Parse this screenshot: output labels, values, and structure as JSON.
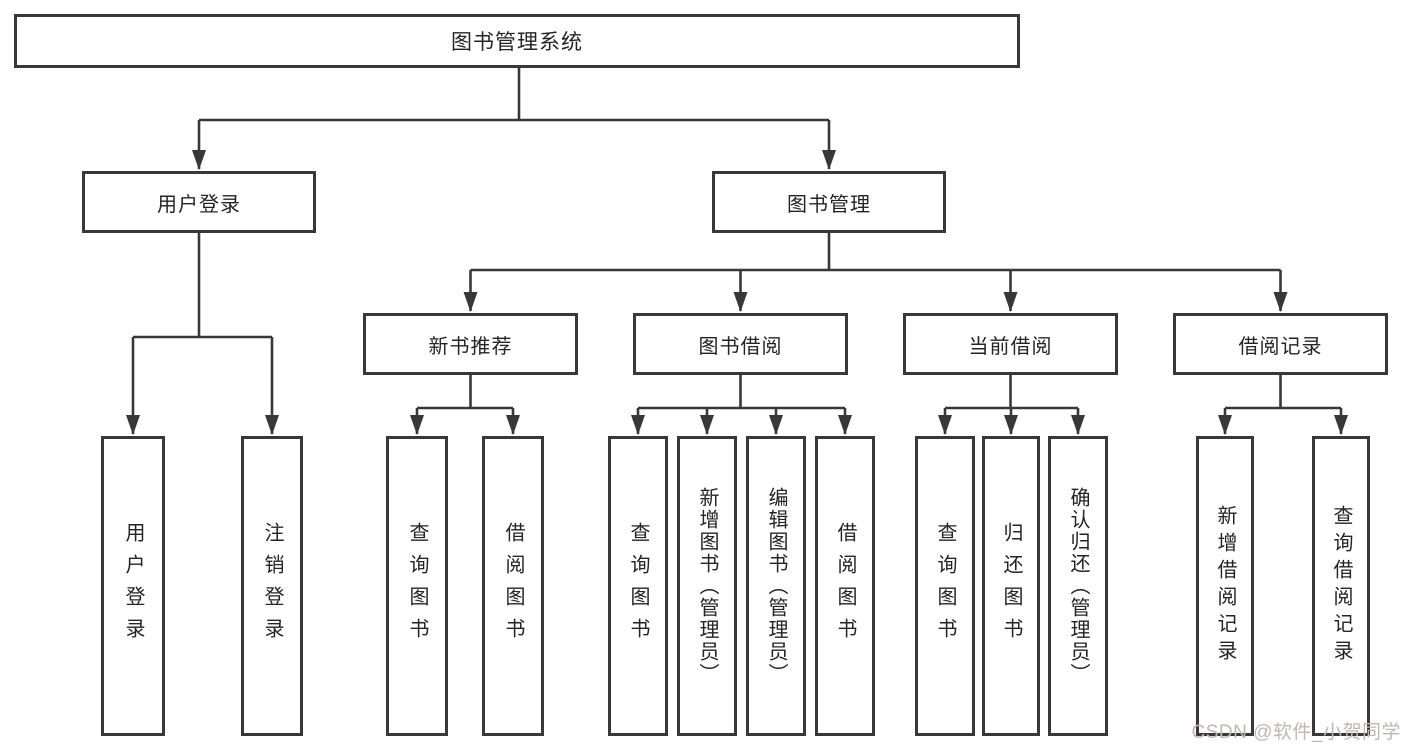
{
  "meta": {
    "diagram_type": "tree",
    "line_color": "#383838",
    "box_background": "#ffffff",
    "text_color": "#242424",
    "watermark_color": "#c1b6b6"
  },
  "watermark": {
    "text": "CSDN @软件_小贺同学"
  },
  "tree": {
    "root": {
      "label": "图书管理系统"
    },
    "branches": [
      {
        "label": "用户登录",
        "children": [
          {
            "label": "用户登录"
          },
          {
            "label": "注销登录"
          }
        ]
      },
      {
        "label": "图书管理",
        "children": [
          {
            "label": "新书推荐",
            "children": [
              {
                "label": "查询图书"
              },
              {
                "label": "借阅图书"
              }
            ]
          },
          {
            "label": "图书借阅",
            "children": [
              {
                "label": "查询图书"
              },
              {
                "label": "新增图书（管理员）"
              },
              {
                "label": "编辑图书（管理员）"
              },
              {
                "label": "借阅图书"
              }
            ]
          },
          {
            "label": "当前借阅",
            "children": [
              {
                "label": "查询图书"
              },
              {
                "label": "归还图书"
              },
              {
                "label": "确认归还（管理员）"
              }
            ]
          },
          {
            "label": "借阅记录",
            "children": [
              {
                "label": "新增借阅记录"
              },
              {
                "label": "查询借阅记录"
              }
            ]
          }
        ]
      }
    ]
  }
}
